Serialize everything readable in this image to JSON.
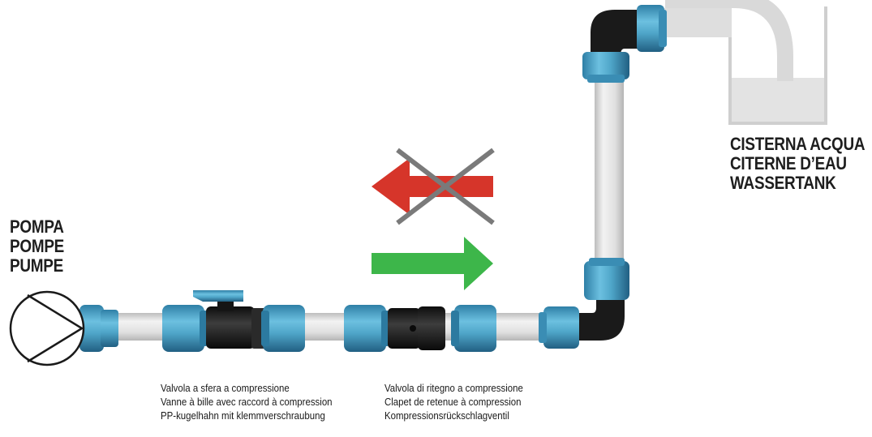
{
  "pump": {
    "lines": [
      "POMPA",
      "POMPE",
      "PUMPE"
    ]
  },
  "tank": {
    "lines": [
      "CISTERNA ACQUA",
      "CITERNE D’EAU",
      "WASSERTANK"
    ]
  },
  "ball_valve": {
    "lines": [
      "Valvola a sfera a compressione",
      "Vanne à bille avec raccord à compression",
      "PP-kugelhahn mit klemmverschraubung"
    ]
  },
  "check_valve": {
    "lines": [
      "Valvola di ritegno a compressione",
      "Clapet de retenue à compression",
      "Kompressionsrückschlagventil"
    ]
  },
  "colors": {
    "fitting_blue": "#4fa6c9",
    "body_black": "#1c1c1c",
    "pipe_grey": "#dcdcdc",
    "arrow_allowed": "#3db64a",
    "arrow_blocked": "#d6352a",
    "cross": "#7a7a7a"
  }
}
